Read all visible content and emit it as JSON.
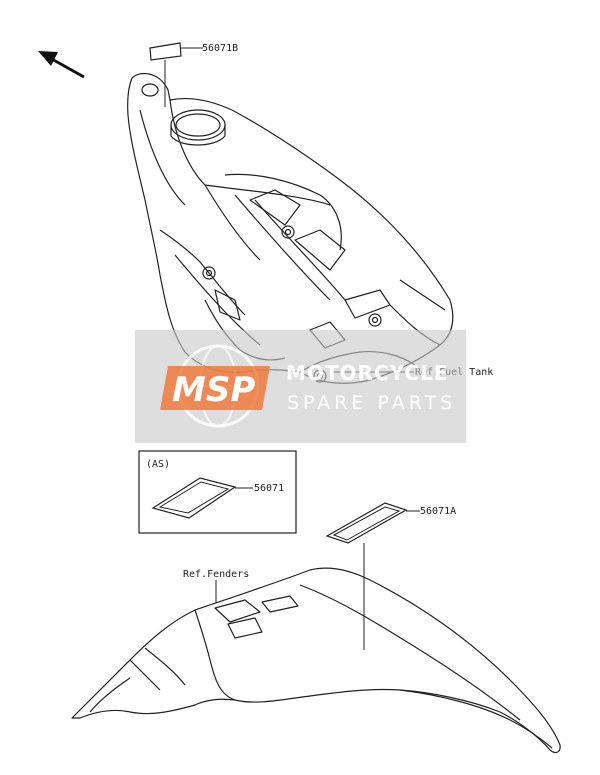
{
  "labels": {
    "part_56071B": "56071B",
    "part_56071": "56071",
    "part_56071A": "56071A",
    "ref_fuel_tank": "Ref.Fuel Tank",
    "ref_fenders": "Ref.Fenders",
    "as_box": "(AS)"
  },
  "watermark": {
    "logo": "MSP",
    "line1": "MOTORCYCLE",
    "line2": "SPARE PARTS"
  },
  "colors": {
    "line": "#222222",
    "watermark_bg": "#c8c8c8",
    "logo_orange": "#f07a3c"
  },
  "icons": {
    "direction": "arrow-up-left-icon"
  }
}
